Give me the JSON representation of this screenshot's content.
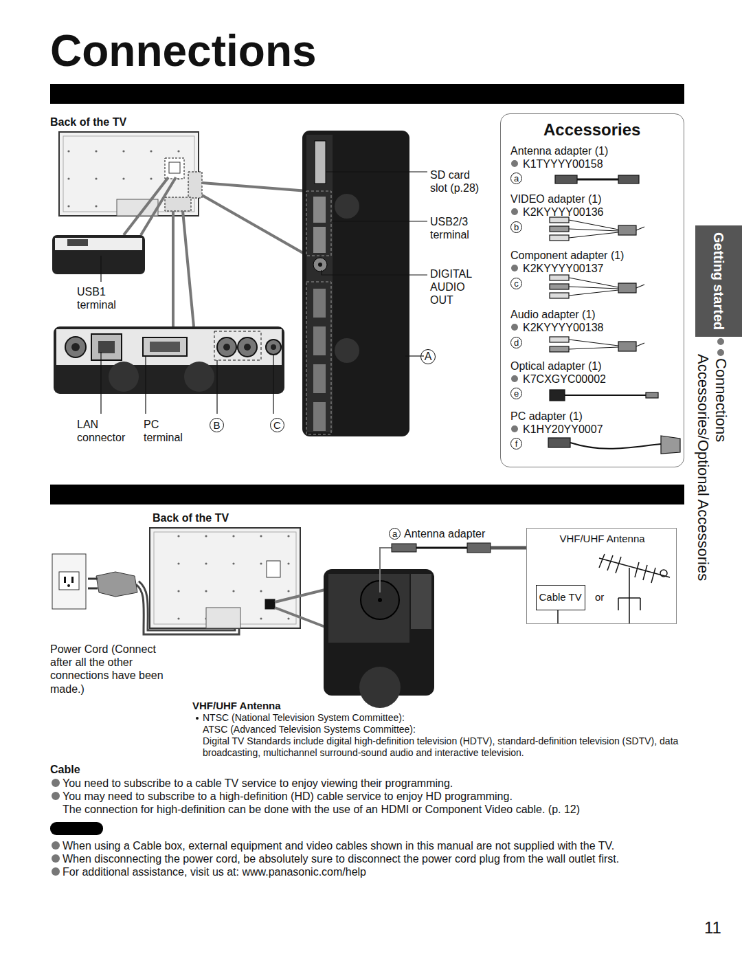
{
  "diagram": {
    "title": "Connections",
    "nodes": [
      {
        "text": [
          "Accessories",
          "Antenna adapter (1)",
          "K1TYYYY00158",
          "a",
          "VIDEO adapter (1)",
          "K2KYYYY00136",
          "b",
          "Component adapter (1)",
          "K2KYYYY00137",
          "c",
          "Audio adapter (1)",
          "K2KYYYY00138",
          "d",
          "Optical adapter (1)",
          "K7CXGYC00002",
          "e",
          "PC adapter (1)",
          "K1HY20YY0007",
          "f"
        ]
      },
      {
        "text": [
          "Getting started"
        ]
      },
      {
        "text": [
          "VHF/UHF Antenna"
        ]
      },
      {
        "text": [
          "Cable TV"
        ],
        "in": 2
      }
    ],
    "labels": [
      "Back of the TV",
      "SD card slot (p.28)",
      "USB2/3 terminal",
      "DIGITAL AUDIO OUT",
      "A",
      "USB1 terminal",
      "LAN connector",
      "PC terminal",
      "B",
      "C",
      "Connections",
      "Accessories/Optional Accessories",
      "Back of the TV",
      "a",
      "Antenna adapter",
      "or",
      "Power Cord (Connect after all the other connections have been made.)",
      "VHF/UHF Antenna",
      "NTSC (National Television System Committee):",
      "ATSC (Advanced Television Systems Committee):",
      "Digital TV Standards include digital high-definition television (HDTV), standard-definition television (SDTV), data broadcasting, multichannel surround-sound audio and interactive television.",
      "Cable",
      "You need to subscribe to a cable TV service to enjoy viewing their programming.",
      "You may need to subscribe to a high-definition (HD) cable service to enjoy HD programming.",
      "The connection for high-definition can be done with the use of an HDMI or Component Video cable. (p. 12)",
      "When using a Cable box, external equipment and video cables shown in this manual are not supplied with the TV.",
      "When disconnecting the power cord, be absolutely sure to disconnect the power cord plug from the wall outlet first.",
      "For additional assistance, visit us at:  www.panasonic.com/help",
      "11"
    ]
  }
}
